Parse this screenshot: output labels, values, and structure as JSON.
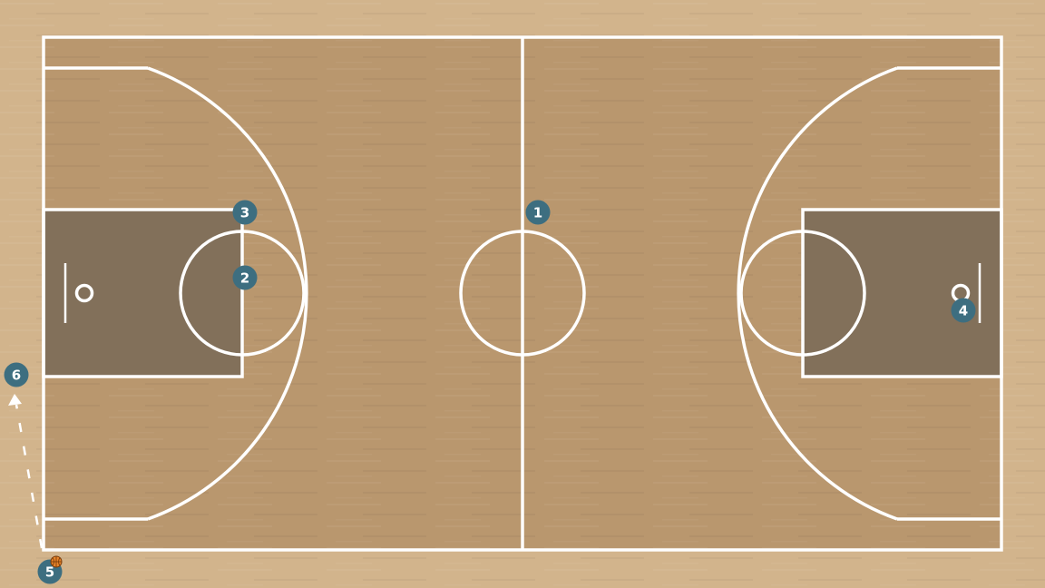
{
  "diagram": {
    "type": "basketball-court-play",
    "colors": {
      "floor_outer": "#d2b48c",
      "floor_court": "#b9976e",
      "paint": "#82705a",
      "lines": "#ffffff",
      "player": "#3d6e80",
      "ball": "#e8842a"
    },
    "players": [
      {
        "label": "1",
        "has_ball": false
      },
      {
        "label": "2",
        "has_ball": false
      },
      {
        "label": "3",
        "has_ball": false
      },
      {
        "label": "4",
        "has_ball": false
      },
      {
        "label": "5",
        "has_ball": true
      },
      {
        "label": "6",
        "has_ball": false
      }
    ],
    "actions": [
      {
        "type": "pass",
        "from": "5",
        "to": "6",
        "style": "dashed-arrow"
      }
    ]
  }
}
